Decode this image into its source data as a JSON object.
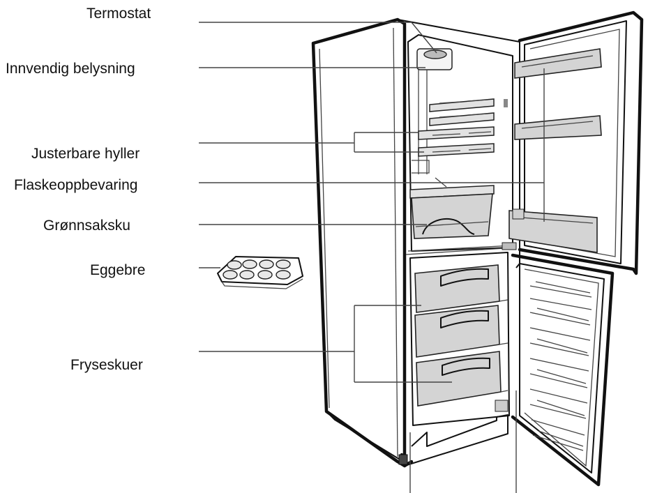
{
  "labels": {
    "termostat": "Termostat",
    "lighting": "Innvendig belysning",
    "shelves": "Justerbare hyller",
    "bottles": "Flaskeoppbevaring",
    "vegetables": "Grønnsaksku",
    "eggs": "Eggebre",
    "freezer": "Fryseskuer"
  },
  "colors": {
    "ink": "#111111",
    "line": "#333333",
    "drawer": "#d4d4d4",
    "panel": "#f3f3f3"
  }
}
